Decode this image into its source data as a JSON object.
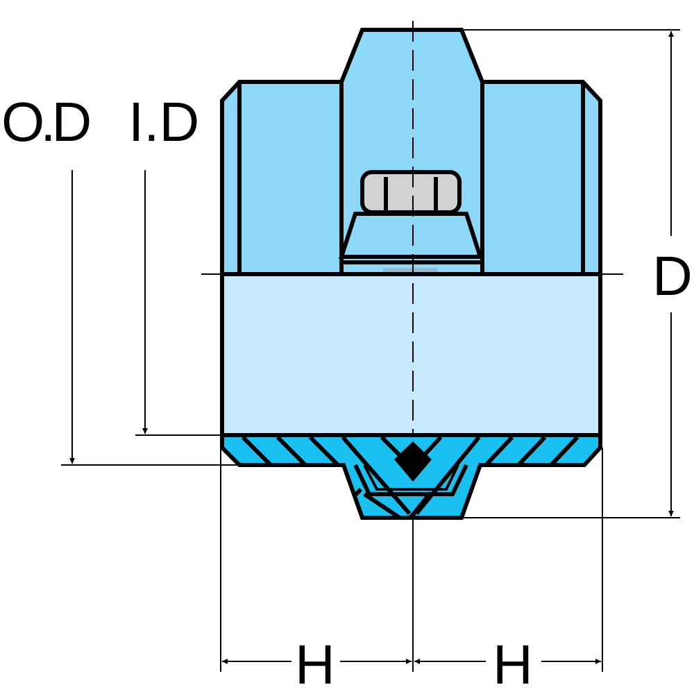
{
  "labels": {
    "outer_diameter": "O.D",
    "inner_diameter": "I.D",
    "depth": "D",
    "height_left": "H",
    "height_right": "H"
  },
  "colors": {
    "upper_body": "#8dd7f7",
    "lower_body": "#c6e9fb",
    "hatched_band": "#19c0f0",
    "nut": "#d1d2d4",
    "outline": "#000000"
  }
}
